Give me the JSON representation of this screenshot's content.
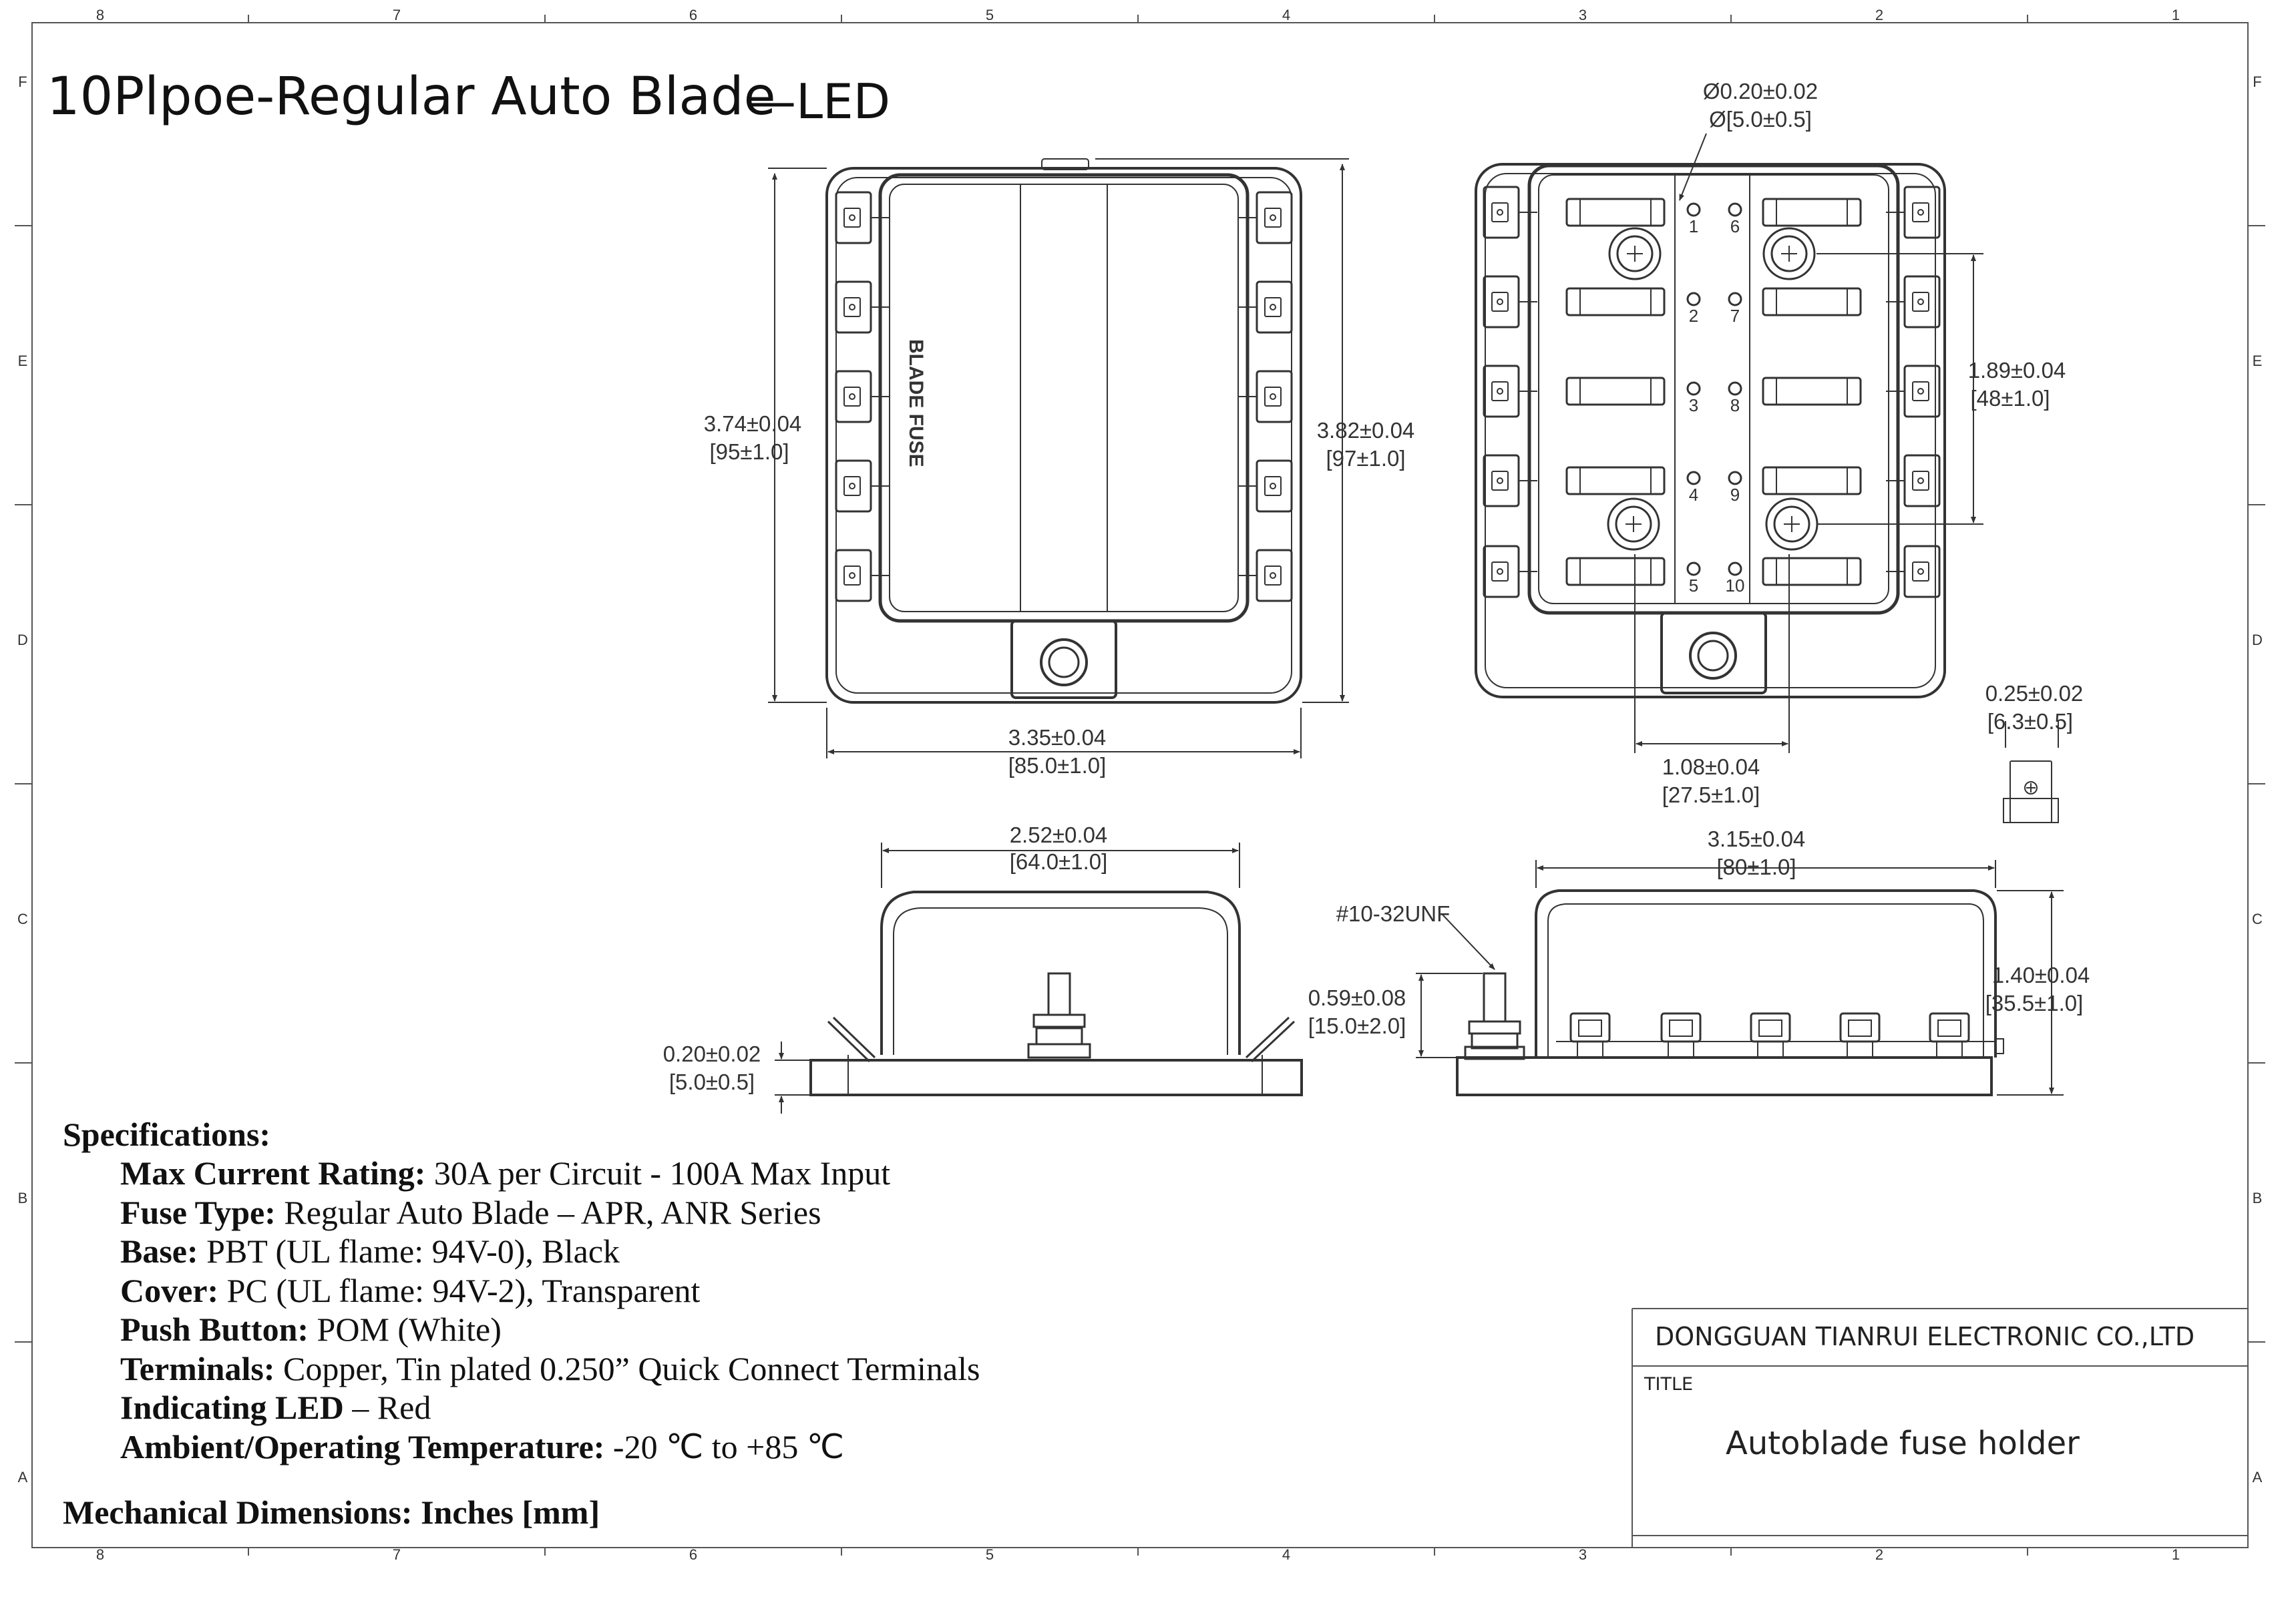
{
  "title": {
    "main": "10Plpoe-Regular Auto Blade",
    "suffix": "—LED"
  },
  "frame": {
    "columns": [
      "8",
      "7",
      "6",
      "5",
      "4",
      "3",
      "2",
      "1"
    ],
    "rows": [
      "F",
      "E",
      "D",
      "C",
      "B",
      "A"
    ]
  },
  "top_view": {
    "cover_label": "BLADE FUSE",
    "height_left": [
      "3.74±0.04",
      "[95±1.0]"
    ],
    "height_right": [
      "3.82±0.04",
      "[97±1.0]"
    ],
    "width_bottom": [
      "3.35±0.04",
      "[85.0±1.0]"
    ]
  },
  "open_view": {
    "hole_dia": [
      "Ø0.20±0.02",
      "Ø[5.0±0.5]"
    ],
    "hole_spacing_v": [
      "1.89±0.04",
      "[48±1.0]"
    ],
    "hole_spacing_h": [
      "1.08±0.04",
      "[27.5±1.0]"
    ],
    "slot_numbers_left": [
      "1",
      "2",
      "3",
      "4",
      "5"
    ],
    "slot_numbers_right": [
      "6",
      "7",
      "8",
      "9",
      "10"
    ]
  },
  "terminal_detail": {
    "width": [
      "0.25±0.02",
      "[6.3±0.5]"
    ]
  },
  "side_view": {
    "cover_width": [
      "2.52±0.04",
      "[64.0±1.0]"
    ],
    "base_thickness": [
      "0.20±0.02",
      "[5.0±0.5]"
    ]
  },
  "front_view": {
    "thread": "#10-32UNF",
    "overall_width": [
      "3.15±0.04",
      "[80±1.0]"
    ],
    "stud_height": [
      "0.59±0.08",
      "[15.0±2.0]"
    ],
    "overall_height": [
      "1.40±0.04",
      "[35.5±1.0]"
    ]
  },
  "specs": {
    "heading": "Specifications:",
    "items": [
      {
        "label": "Max Current Rating:",
        "value": " 30A  per Circuit - 100A Max Input"
      },
      {
        "label": "Fuse Type:",
        "value": " Regular Auto Blade – APR, ANR Series"
      },
      {
        "label": "Base:",
        "value": " PBT (UL flame: 94V-0), Black"
      },
      {
        "label": "Cover:",
        "value": " PC (UL flame: 94V-2), Transparent"
      },
      {
        "label": "Push Button:",
        "value": " POM (White)"
      },
      {
        "label": "Terminals:",
        "value": " Copper, Tin plated 0.250” Quick Connect Terminals"
      },
      {
        "label": "Indicating LED",
        "value": " – Red"
      },
      {
        "label": "Ambient/Operating Temperature:",
        "value": " -20 ℃ to +85 ℃"
      }
    ],
    "footer": "Mechanical Dimensions:  Inches [mm]"
  },
  "title_block": {
    "company": "DONGGUAN TIANRUI ELECTRONIC CO.,LTD",
    "title_label": "TITLE",
    "title_value": "Autoblade fuse holder"
  }
}
